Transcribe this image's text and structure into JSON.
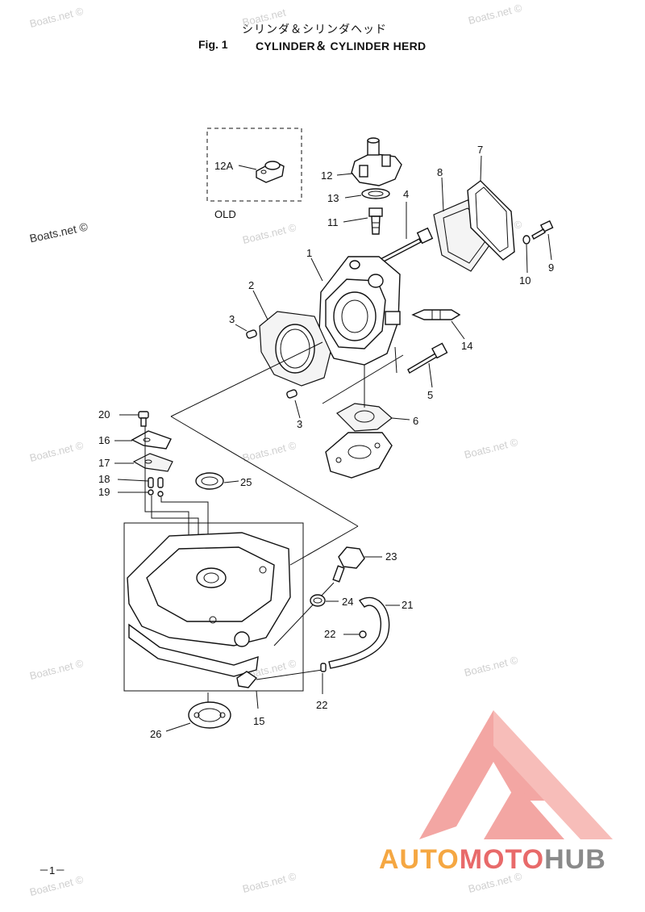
{
  "header": {
    "title_jp": "シリンダ＆シリンダヘッド",
    "fig_number": "Fig. 1",
    "title_en": "CYLINDER＆ CYLINDER HERD"
  },
  "watermark": {
    "text": "Boats.net ©",
    "text_short": "Boats.net",
    "color": "#cfcfcf"
  },
  "old_box_label": "OLD",
  "callouts": {
    "c1": "1",
    "c2": "2",
    "c3a": "3",
    "c3b": "3",
    "c4": "4",
    "c5": "5",
    "c6": "6",
    "c7": "7",
    "c8": "8",
    "c9": "9",
    "c10": "10",
    "c11": "11",
    "c12": "12",
    "c12a": "12A",
    "c13": "13",
    "c14": "14",
    "c15": "15",
    "c16": "16",
    "c17": "17",
    "c18": "18",
    "c19": "19",
    "c20": "20",
    "c21": "21",
    "c22a": "22",
    "c22b": "22",
    "c23": "23",
    "c24": "24",
    "c25": "25",
    "c26": "26"
  },
  "page_number": "－1－",
  "logo": {
    "part1": "AUTO",
    "part2": "MOTO",
    "part3": "HUB",
    "color_orange": "#f5a742",
    "color_red": "#e86a6a",
    "color_gray": "#8a8a8a",
    "triangle_color": "#f3a6a3"
  }
}
